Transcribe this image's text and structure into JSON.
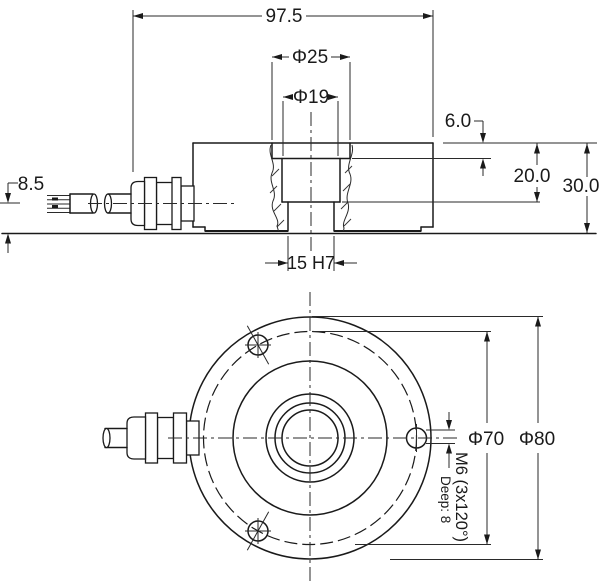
{
  "drawing_title": "Load cell technical drawing, side section view and bottom view",
  "colors": {
    "line": "#1a1a1a",
    "highlight_red": "#a12626",
    "background": "#ffffff"
  },
  "side_view": {
    "dim_overall_length": "97.5",
    "dim_counterbore_diameter": "Φ25",
    "dim_bore_diameter": "Φ19",
    "dim_counterbore_depth": "6.0",
    "dim_bore_depth": "20.0",
    "dim_total_height": "30.0",
    "dim_cable_axis_height": "8.5",
    "dim_through_bore": "15 H7"
  },
  "bottom_view": {
    "dim_bolt_circle_diameter": "Φ70",
    "dim_outer_diameter": "Φ80",
    "bolt_hole_spec": "M6 (3x120°)",
    "bolt_hole_depth": "Deep: 8"
  }
}
